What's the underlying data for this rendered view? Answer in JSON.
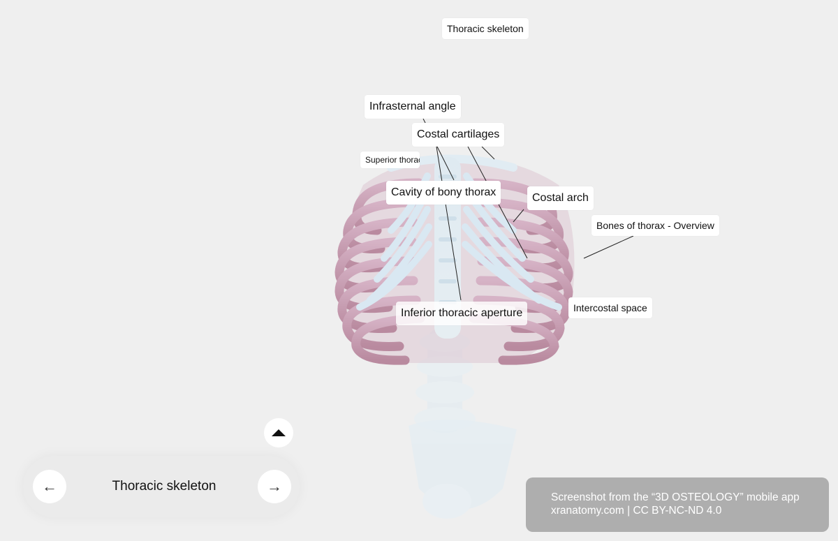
{
  "scene": {
    "title_label": "Thoracic skeleton",
    "labels": {
      "infrasternal_angle": "Infrasternal angle",
      "costal_cartilages": "Costal cartilages",
      "superior_thoracic_aperture": "Superior thoracic aperture",
      "cavity_of_bony_thorax": "Cavity of bony thorax",
      "costal_arch": "Costal arch",
      "bones_of_thorax_overview": "Bones of thorax - Overview",
      "inferior_thoracic_aperture": "Inferior thoracic aperture",
      "intercostal_space": "Intercostal space"
    }
  },
  "nav": {
    "title": "Thoracic skeleton",
    "prev_icon": "arrow-left-icon",
    "next_icon": "arrow-right-icon",
    "expand_icon": "triangle-up-icon",
    "prev_glyph": "←",
    "next_glyph": "→"
  },
  "credit": {
    "line1": "Screenshot from the “3D OSTEOLOGY” mobile app",
    "line2": "xranatomy.com | CC BY-NC-ND 4.0"
  },
  "colors": {
    "background": "#efefef",
    "rib_bone": "#c9a0b5",
    "cartilage": "#d8e8f2",
    "spine": "#dde8ee"
  }
}
